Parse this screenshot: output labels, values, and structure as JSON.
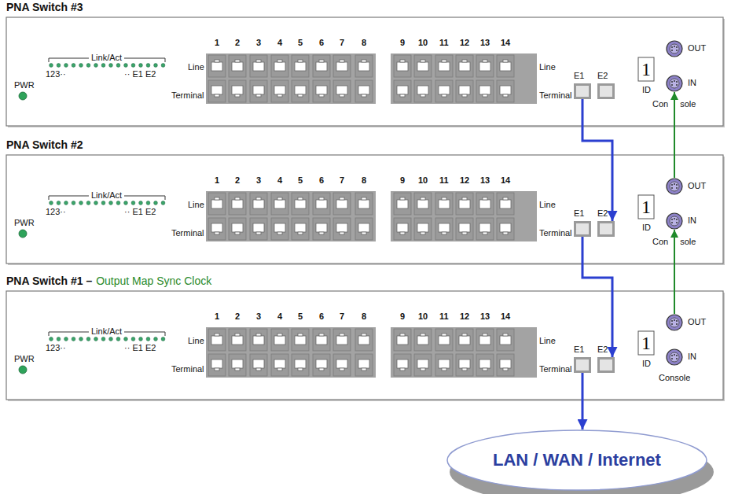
{
  "diagram": {
    "nodes": [
      {
        "text": [
          "PNA Switch #3"
        ]
      },
      {
        "text": [
          "E1"
        ],
        "in": 0
      },
      {
        "text": [
          "E2"
        ],
        "in": 0
      },
      {
        "text": [
          "OUT"
        ],
        "in": 0
      },
      {
        "text": [
          "IN"
        ],
        "in": 0
      },
      {
        "text": [
          "PNA Switch #2"
        ]
      },
      {
        "text": [
          "E1"
        ],
        "in": 5
      },
      {
        "text": [
          "E2"
        ],
        "in": 5
      },
      {
        "text": [
          "OUT"
        ],
        "in": 5
      },
      {
        "text": [
          "IN"
        ],
        "in": 5
      },
      {
        "text": [
          "PNA Switch #1 –",
          "Output Map Sync Clock"
        ]
      },
      {
        "text": [
          "E1"
        ],
        "in": 10
      },
      {
        "text": [
          "E2"
        ],
        "in": 10
      },
      {
        "text": [
          "OUT"
        ],
        "in": 10
      },
      {
        "text": [
          "IN"
        ],
        "in": 10
      },
      {
        "text": [
          "LAN / WAN / Internet"
        ]
      }
    ],
    "edges": [
      {
        "from": 1,
        "to": 7,
        "arrow": "to"
      },
      {
        "from": 6,
        "to": 12,
        "arrow": "to"
      },
      {
        "from": 11,
        "to": 15,
        "arrow": "to"
      },
      {
        "from": 8,
        "to": 4,
        "arrow": "to"
      },
      {
        "from": 13,
        "to": 9,
        "arrow": "to"
      }
    ],
    "labels": [
      "PWR",
      "Link/Act",
      "123··",
      "·· E1 E2",
      "1",
      "2",
      "3",
      "4",
      "5",
      "6",
      "7",
      "8",
      "9",
      "10",
      "11",
      "12",
      "13",
      "14",
      "Line",
      "Terminal",
      "Line",
      "Terminal",
      "1",
      "ID",
      "Con sole",
      "PWR",
      "Link/Act",
      "123··",
      "·· E1 E2",
      "1",
      "2",
      "3",
      "4",
      "5",
      "6",
      "7",
      "8",
      "9",
      "10",
      "11",
      "12",
      "13",
      "14",
      "Line",
      "Terminal",
      "Line",
      "Terminal",
      "1",
      "ID",
      "Con sole",
      "PWR",
      "Link/Act",
      "123··",
      "·· E1 E2",
      "1",
      "2",
      "3",
      "4",
      "5",
      "6",
      "7",
      "8",
      "9",
      "10",
      "11",
      "12",
      "13",
      "14",
      "Line",
      "Terminal",
      "Line",
      "Terminal",
      "1",
      "ID",
      "Console"
    ]
  }
}
